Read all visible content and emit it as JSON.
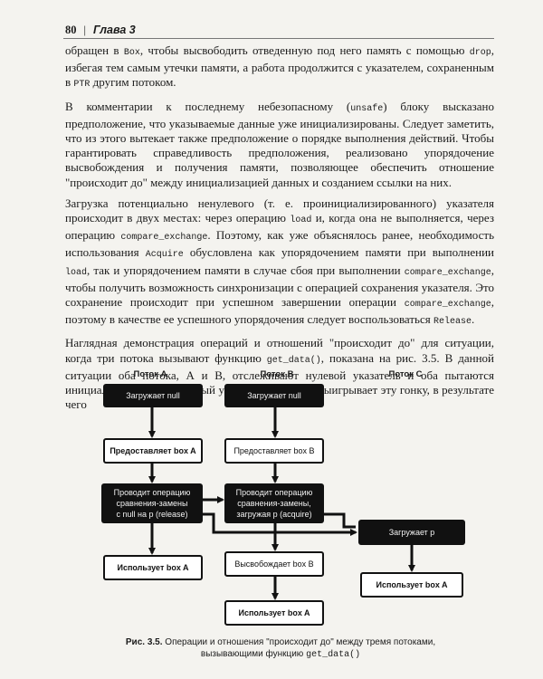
{
  "header": {
    "page_number": "80",
    "separator": "|",
    "chapter": "Глава 3"
  },
  "paragraphs": [
    {
      "parts": [
        {
          "t": "обращен в "
        },
        {
          "m": "Box"
        },
        {
          "t": ", чтобы высвободить отведенную под него память с помощью "
        },
        {
          "m": "drop"
        },
        {
          "t": ", избегая тем самым утечки памяти, а работа продолжится с указателем, сохраненным в "
        },
        {
          "m": "PTR"
        },
        {
          "t": " другим потоком."
        }
      ]
    },
    {
      "parts": [
        {
          "t": "В комментарии к последнему небезопасному ("
        },
        {
          "m": "unsafe"
        },
        {
          "t": ") блоку высказано предположение, что указываемые данные уже инициализированы. Следует заметить, что из этого вытекает также предположение о порядке выполнения действий. Чтобы гарантировать справедливость предположения, реализовано упорядочение высвобождения и получения памяти, позволяющее обеспечить отношение \"происходит до\" между инициализацией данных и созданием ссылки на них."
        }
      ]
    },
    {
      "parts": [
        {
          "t": "Загрузка потенциально ненулевого (т. е. проинициализированного) указателя происходит в двух местах: через операцию "
        },
        {
          "m": "load"
        },
        {
          "t": " и, когда она не выполняется, через операцию "
        },
        {
          "m": "compare_exchange"
        },
        {
          "t": ". Поэтому, как уже объяснялось ранее, необходимость использования "
        },
        {
          "m": "Acquire"
        },
        {
          "t": " обусловлена как упорядочением памяти при выполнении "
        },
        {
          "m": "load"
        },
        {
          "t": ", так и упорядочением памяти в случае сбоя при выполнении "
        },
        {
          "m": "compare_exchange"
        },
        {
          "t": ", чтобы получить возможность синхронизации с операцией сохранения указателя. Это сохранение происходит при успешном завершении операции "
        },
        {
          "m": "compare_exchange"
        },
        {
          "t": ", поэтому в качестве ее успешного упорядочения следует воспользоваться "
        },
        {
          "m": "Release"
        },
        {
          "t": "."
        }
      ]
    },
    {
      "parts": [
        {
          "t": "Наглядная демонстрация операций и отношений \"происходит до\" для ситуации, когда три потока вызывают функцию "
        },
        {
          "m": "get_data()"
        },
        {
          "t": ", показана на рис. 3.5. В данной ситуации оба потока, А и В, отслеживают нулевой указатель и оба пытаются инициализировать атомарный указатель. Поток А выигрывает эту гонку, в результате чего"
        }
      ]
    }
  ],
  "diagram": {
    "columns": [
      "Поток A",
      "Поток B",
      "Поток C"
    ],
    "boxes": {
      "a_load": "Загружает null",
      "a_provide": "Предоставляет box A",
      "a_cas": [
        "Проводит операцию",
        "сравнения-замены",
        "с null на p (release)"
      ],
      "a_use": "Использует box A",
      "b_load": "Загружает null",
      "b_provide": "Предоставляет box B",
      "b_cas": [
        "Проводит операцию",
        "сравнения-замены,",
        "загружая p (acquire)"
      ],
      "b_free": "Высвобождает box B",
      "b_use": "Использует box A",
      "c_load": "Загружает p",
      "c_use": "Использует box A"
    }
  },
  "caption": {
    "label": "Рис. 3.5.",
    "text": "Операции и отношения \"происходит до\" между тремя потоками, вызывающими функцию",
    "code": "get_data()"
  }
}
